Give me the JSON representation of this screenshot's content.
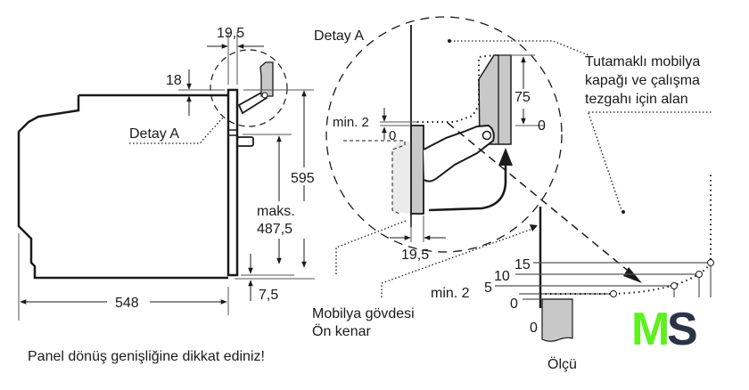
{
  "labels": {
    "dim_19_5_top": "19,5",
    "dim_18": "18",
    "detail_a_left": "Detay A",
    "dim_595": "595",
    "maks": "maks.",
    "dim_487_5": "487,5",
    "dim_548": "548",
    "dim_7_5": "7,5",
    "detail_a_title": "Detay A",
    "dim_min2_detail": "min. 2",
    "dim_0_detail_left": "0",
    "dim_75": "75",
    "dim_0_detail_right": "0",
    "dim_19_5_detail": "19,5",
    "area_note": [
      "Tutamaklı mobilya",
      "kapağı ve çalışma",
      "tezgahı için alan"
    ],
    "cabinet_front": [
      "Mobilya gövdesi",
      "Ön kenar"
    ],
    "scale_15": "15",
    "scale_10": "10",
    "scale_5": "5",
    "scale_min2": "min. 2",
    "scale_0": "0",
    "scale_0_panel": "0",
    "olcu": "Ölçü",
    "warning": "Panel dönüş genişliğine dikkat ediniz!"
  },
  "logo": {
    "letters": [
      "M",
      "S"
    ],
    "colors": {
      "m": "#5ef01f",
      "s": "#2a3447"
    }
  },
  "colors": {
    "line": "#1a1a1a",
    "panel_fill": "#c8c8c8",
    "light_fill": "#ebebeb"
  }
}
